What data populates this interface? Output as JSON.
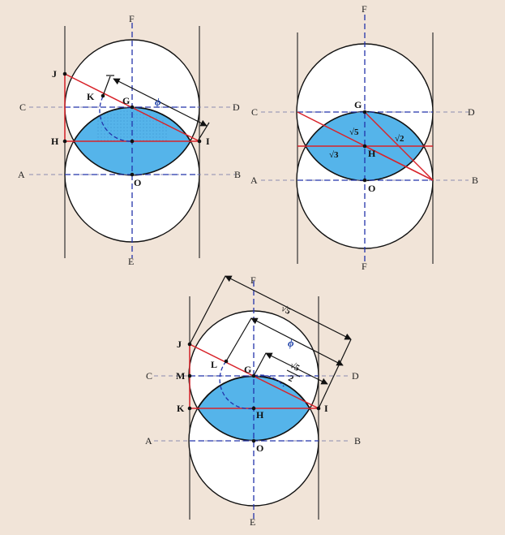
{
  "diagrams": [
    {
      "id": "top-left",
      "labels": {
        "F": "F",
        "E": "E",
        "C": "C",
        "D": "D",
        "A": "A",
        "B": "B",
        "J": "J",
        "K": "K",
        "G": "G",
        "H": "H",
        "I": "I",
        "O": "O"
      },
      "phi": "ϕ"
    },
    {
      "id": "top-right",
      "labels": {
        "F_top": "F",
        "F_bottom": "F",
        "C": "C",
        "D": "D",
        "A": "A",
        "B": "B",
        "G": "G",
        "H": "H",
        "O": "O"
      },
      "roots": {
        "sqrt5": "√5",
        "sqrt2": "√2",
        "sqrt3": "√3"
      }
    },
    {
      "id": "bottom",
      "labels": {
        "F": "F",
        "E": "E",
        "C": "C",
        "D": "D",
        "A": "A",
        "B": "B",
        "J": "J",
        "L": "L",
        "G": "G",
        "M": "M",
        "K": "K",
        "H": "H",
        "I": "I",
        "O": "O"
      },
      "phi": "ϕ",
      "sqrt5": "√5",
      "sqrt5_over_2_num": "√5",
      "sqrt5_over_2_den": "2"
    }
  ]
}
